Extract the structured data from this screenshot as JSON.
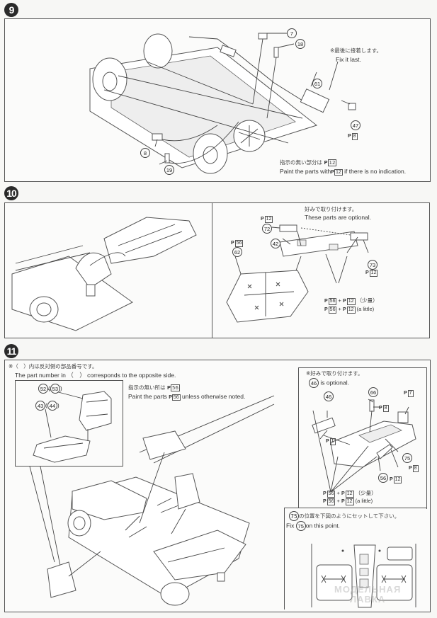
{
  "steps": [
    {
      "number": "9",
      "parts": {
        "p7": "7",
        "p18": "18",
        "p61": "61",
        "p47": "47",
        "p8": "8",
        "p19": "19"
      },
      "note_jp": "※最後に接着します。",
      "note_en": "Fix it last.",
      "paint_47": {
        "prefix": "P",
        "code": "8"
      },
      "paint_note_jp": "指示の無い部分は",
      "paint_note_jp_code": "12",
      "paint_note_en_pre": "Paint the parts with",
      "paint_note_en_code": "12",
      "paint_note_en_post": "if there is no indication."
    },
    {
      "number": "10",
      "parts": {
        "p72": "72",
        "p42": "42",
        "p73": "73",
        "p62": "62"
      },
      "optional_jp": "好みで取り付けます。",
      "optional_en": "These parts are optional.",
      "paint_72": "12",
      "paint_73": "12",
      "paint_62": "56",
      "mix_line1": {
        "a": "56",
        "b": "12",
        "qty": "（少量）"
      },
      "mix_line2": {
        "a": "56",
        "b": "12",
        "qty": "(a little)"
      }
    },
    {
      "number": "11",
      "note_jp": "※（　）内は反対側の部品番号です。",
      "note_en_pre": "The part number in",
      "note_en_paren": "（　）",
      "note_en_post": "corresponds to the opposite side.",
      "inset_parts": {
        "seat_back": "52",
        "seat_back_opp": "53",
        "seat_base": "43",
        "seat_base_opp": "44"
      },
      "paint_note_jp": "指示の無い所は",
      "paint_note_jp_code": "56",
      "paint_note_en_pre": "Paint the parts",
      "paint_note_en_code": "56",
      "paint_note_en_post": "unless otherwise noted.",
      "console": {
        "optional_jp": "※好みで取り付けます。",
        "optional_part": "46",
        "optional_en": "is optional.",
        "parts": {
          "p46": "46",
          "p66": "66",
          "p75": "75",
          "p56": "56"
        },
        "paint_7": "7",
        "paint_8a": "8",
        "paint_1": "1",
        "paint_8b": "8",
        "paint_12": "12",
        "mix_line1": {
          "a": "56",
          "b": "12",
          "qty": "（少量）"
        },
        "mix_line2": {
          "a": "56",
          "b": "12",
          "qty": "(a little)"
        }
      },
      "fix_note_jp": "の位置を下図のようにセットして下さい。",
      "fix_note_part": "75",
      "fix_note_en_pre": "Fix",
      "fix_note_en_post": "on this point."
    }
  ],
  "paint_prefix": "P",
  "watermark": {
    "line1": "МОДЕЛЬНАЯ",
    "line2": "ЛАВКА"
  }
}
